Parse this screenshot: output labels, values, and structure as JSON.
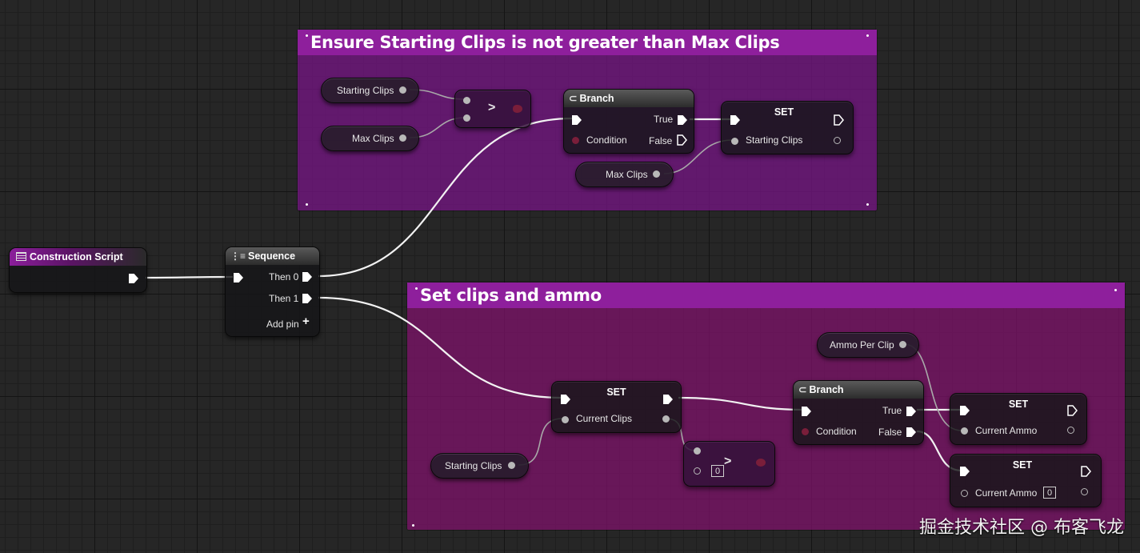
{
  "comments": {
    "top": {
      "title": "Ensure Starting Clips is not greater than Max Clips",
      "color": "#8e1f9c"
    },
    "bottom": {
      "title": "Set clips and ammo",
      "color": "#8e1f9c"
    }
  },
  "construction_script": {
    "title": "Construction Script",
    "icon": "function-icon"
  },
  "sequence": {
    "title": "Sequence",
    "icon": "sequence-icon",
    "then0": "Then 0",
    "then1": "Then 1",
    "add_pin": "Add pin",
    "add_icon": "plus-icon"
  },
  "top": {
    "starting_clips": "Starting Clips",
    "max_clips": "Max Clips",
    "greater_op": ">",
    "branch": {
      "title": "Branch",
      "icon": "branch-icon",
      "true": "True",
      "false": "False",
      "condition": "Condition"
    },
    "set": {
      "title": "SET",
      "pin": "Starting Clips"
    },
    "max_clips_2": "Max Clips"
  },
  "bottom": {
    "set_current_clips": {
      "title": "SET",
      "pin": "Current Clips"
    },
    "starting_clips": "Starting Clips",
    "greater_op": ">",
    "greater_value": "0",
    "ammo_per_clip": "Ammo Per Clip",
    "branch": {
      "title": "Branch",
      "icon": "branch-icon",
      "true": "True",
      "false": "False",
      "condition": "Condition"
    },
    "set_ammo_true": {
      "title": "SET",
      "pin": "Current Ammo"
    },
    "set_ammo_false": {
      "title": "SET",
      "pin": "Current Ammo",
      "value": "0"
    }
  },
  "watermark": "掘金技术社区 @ 布客飞龙"
}
